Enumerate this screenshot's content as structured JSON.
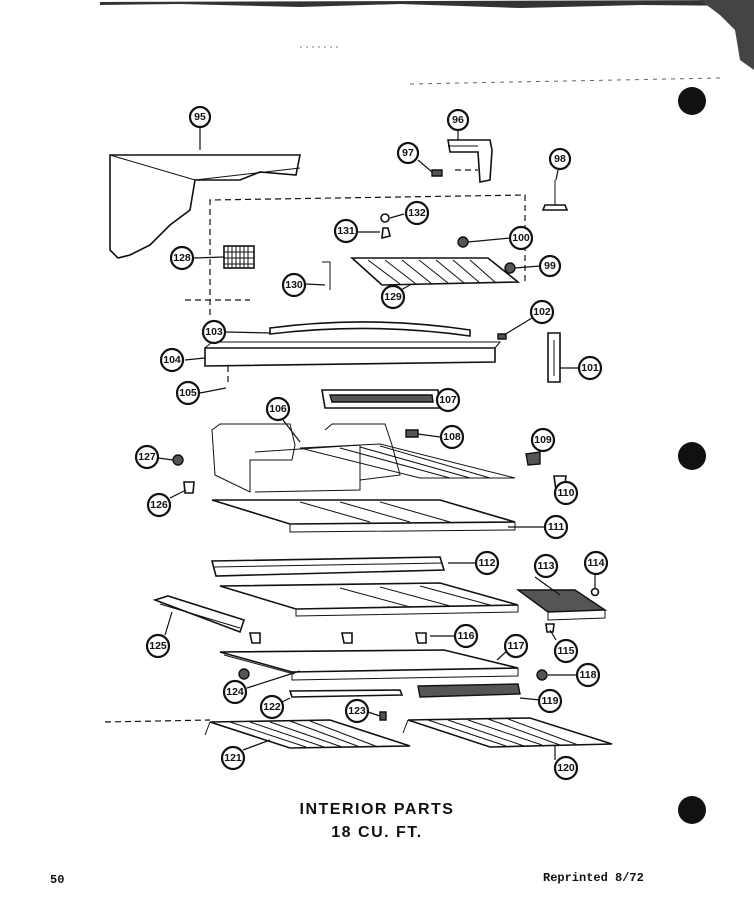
{
  "title": "INTERIOR PARTS",
  "subtitle": "18 CU. FT.",
  "page_number": "50",
  "reprint_note": "Reprinted 8/72",
  "callouts": [
    "95",
    "96",
    "97",
    "98",
    "99",
    "100",
    "101",
    "102",
    "103",
    "104",
    "105",
    "106",
    "107",
    "108",
    "109",
    "110",
    "111",
    "112",
    "113",
    "114",
    "115",
    "116",
    "117",
    "118",
    "119",
    "120",
    "121",
    "122",
    "123",
    "124",
    "125",
    "126",
    "127",
    "128",
    "129",
    "130",
    "131",
    "132"
  ]
}
